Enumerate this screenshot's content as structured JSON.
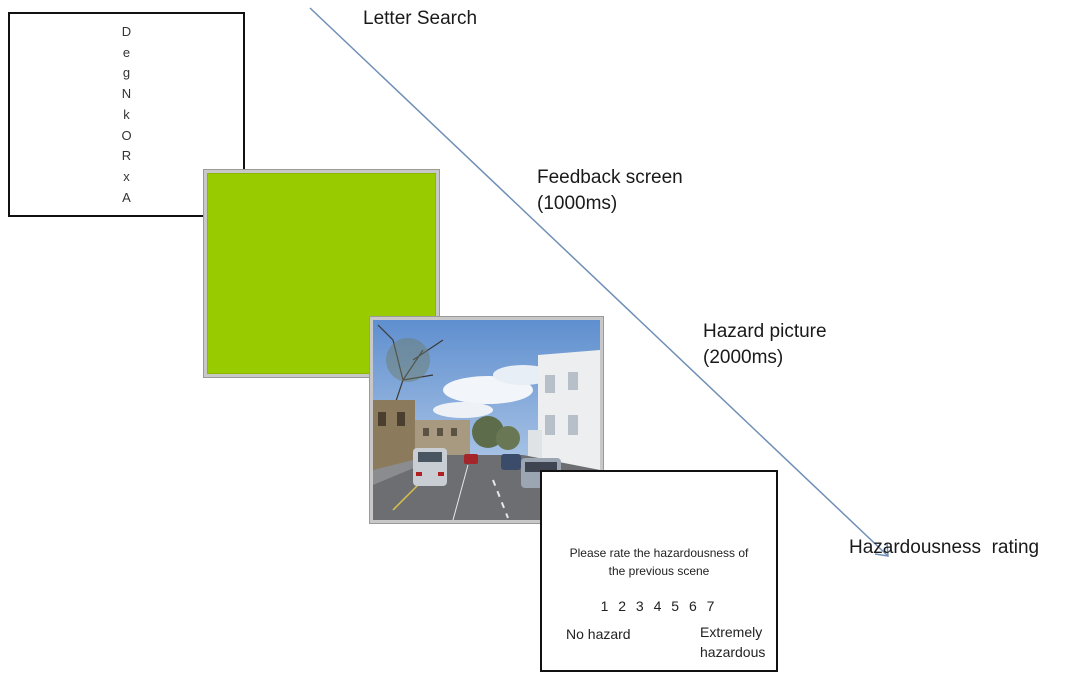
{
  "labels": {
    "letter_search": "Letter Search",
    "feedback": [
      "Feedback screen",
      "(1000ms)"
    ],
    "hazard_picture": [
      "Hazard picture",
      "(2000ms)"
    ],
    "rating": "Hazardousness  rating"
  },
  "letter_screen": {
    "letters": [
      "D",
      "e",
      "g",
      "N",
      "k",
      "O",
      "R",
      "x",
      "A"
    ]
  },
  "feedback_screen": {
    "color": "#99cc00"
  },
  "hazard_screen": {
    "image": "street-scene-photo"
  },
  "rating_screen": {
    "prompt_line1": "Please rate the hazardousness of",
    "prompt_line2": "the previous scene",
    "scale": "1 2 3 4 5 6 7",
    "low_anchor": "No hazard",
    "high_anchor_line1": "Extremely",
    "high_anchor_line2": "hazardous"
  },
  "colors": {
    "arrow": "#6f8fb6",
    "feedback_green": "#99cc00"
  }
}
